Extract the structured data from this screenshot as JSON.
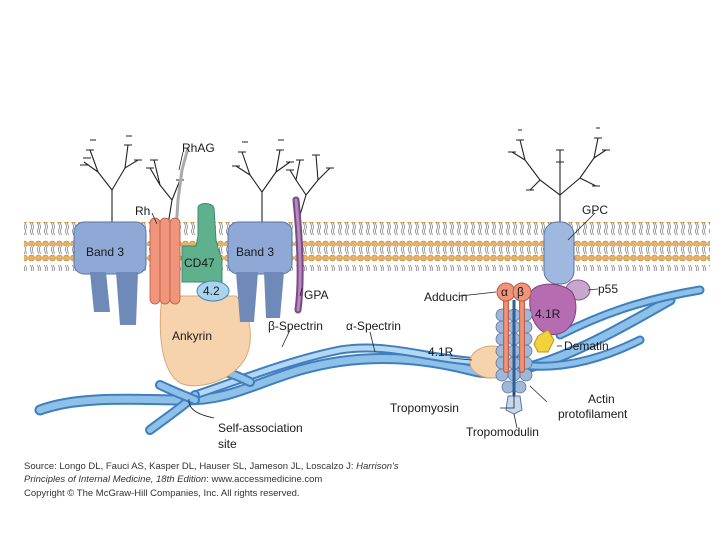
{
  "labels": {
    "rhag": "RhAG",
    "rh": "Rh",
    "band3_left": "Band 3",
    "cd47": "CD47",
    "band3_right": "Band 3",
    "protein42": "4.2",
    "gpa": "GPA",
    "ankyrin": "Ankyrin",
    "beta_spectrin": "β-Spectrin",
    "alpha_spectrin": "α-Spectrin",
    "self_association_1": "Self-association",
    "self_association_2": "site",
    "gpc": "GPC",
    "adducin": "Adducin",
    "adducin_alpha": "α",
    "adducin_beta": "β",
    "p55": "p55",
    "protein41r_top": "4.1R",
    "protein41r_left": "4.1R",
    "dematin": "Dematin",
    "actin_1": "Actin",
    "actin_2": "protofilament",
    "tropomyosin": "Tropomyosin",
    "tropomodulin": "Tropomodulin"
  },
  "caption": {
    "line1_prefix": "Source: Longo DL, Fauci AS, Kasper DL, Hauser SL, Jameson JL, Loscalzo J: ",
    "line1_italic": "Harrison's",
    "line2_italic": "Principles of Internal Medicine, 18th Edition",
    "line2_suffix": ": www.accessmedicine.com",
    "line3": "Copyright © The McGraw-Hill Companies, Inc. All rights reserved."
  },
  "colors": {
    "band3": "#8fa9d6",
    "band3_dark": "#6f89b8",
    "rh": "#f0957a",
    "cd47": "#5fb08c",
    "protein42": "#a9d4f0",
    "ankyrin": "#f7d3ad",
    "gpa": "#9b6aa3",
    "spectrin": "#8ec0e8",
    "spectrin_dark": "#3e7fc0",
    "gpc": "#9fb8e0",
    "protein41r": "#b56cb0",
    "dematin": "#f2d23a",
    "actin": "#9fb8d8",
    "lipid_head": "#e9b35e"
  }
}
